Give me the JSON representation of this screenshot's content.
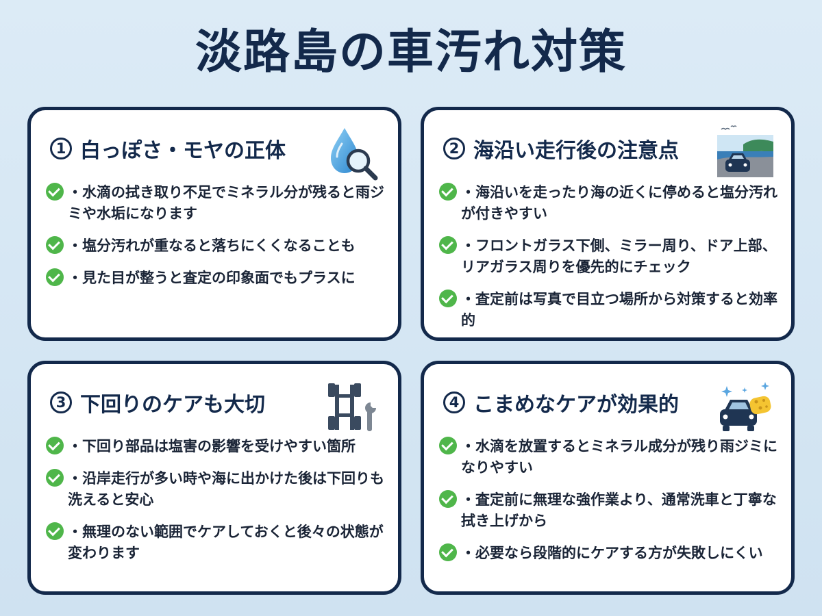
{
  "title": "淡路島の車汚れ対策",
  "colors": {
    "navy": "#13294b",
    "check_green": "#4fb64a",
    "background": "#d4e6f3"
  },
  "cards": [
    {
      "number": "1",
      "heading": "白っぽさ・モヤの正体",
      "icon": "water-drop-magnifier-icon",
      "items": [
        "・水滴の拭き取り不足でミネラル分が残ると雨ジミや水垢になります",
        "・塩分汚れが重なると落ちにくくなることも",
        "・見た目が整うと査定の印象面でもプラスに"
      ]
    },
    {
      "number": "2",
      "heading": "海沿い走行後の注意点",
      "icon": "coastal-road-car-icon",
      "items": [
        "・海沿いを走ったり海の近くに停めると塩分汚れが付きやすい",
        "・フロントガラス下側、ミラー周り、ドア上部、リアガラス周りを優先的にチェック",
        "・査定前は写真で目立つ場所から対策すると効率的"
      ]
    },
    {
      "number": "3",
      "heading": "下回りのケアも大切",
      "icon": "chassis-wrench-icon",
      "items": [
        "・下回り部品は塩害の影響を受けやすい箇所",
        "・沿岸走行が多い時や海に出かけた後は下回りも洗えると安心",
        "・無理のない範囲でケアしておくと後々の状態が変わります"
      ]
    },
    {
      "number": "4",
      "heading": "こまめなケアが効果的",
      "icon": "car-sponge-sparkle-icon",
      "items": [
        "・水滴を放置するとミネラル成分が残り雨ジミになりやすい",
        "・査定前に無理な強作業より、通常洗車と丁寧な拭き上げから",
        "・必要なら段階的にケアする方が失敗しにくい"
      ]
    }
  ]
}
